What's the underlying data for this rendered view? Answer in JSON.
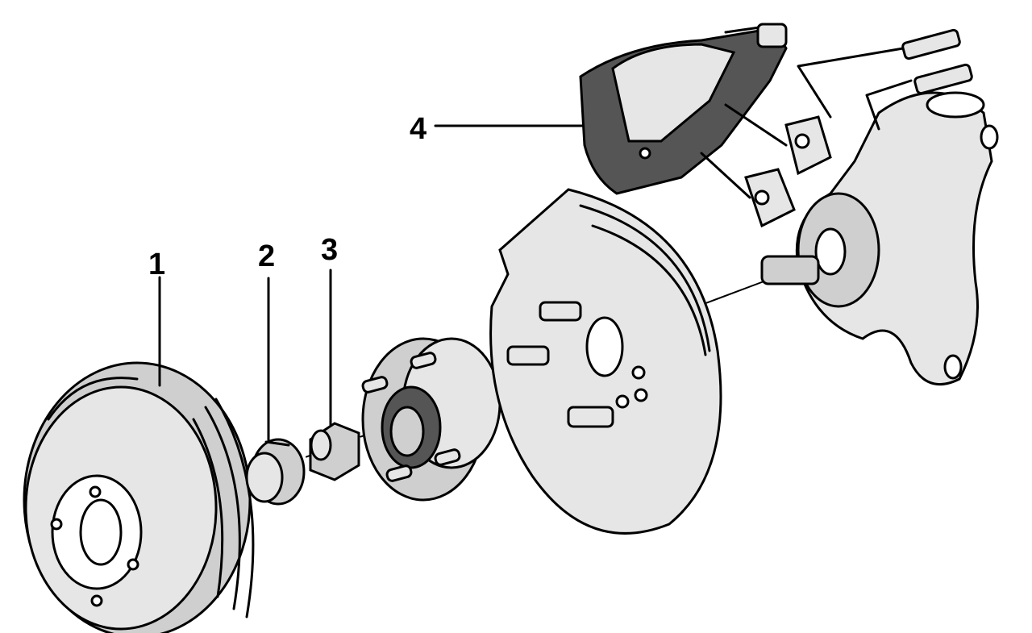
{
  "callouts": [
    {
      "id": "1",
      "label": "1"
    },
    {
      "id": "2",
      "label": "2"
    },
    {
      "id": "3",
      "label": "3"
    },
    {
      "id": "4",
      "label": "4"
    }
  ],
  "colors": {
    "ink": "#000000",
    "shade": "#cfcfcf",
    "background": "#ffffff"
  }
}
